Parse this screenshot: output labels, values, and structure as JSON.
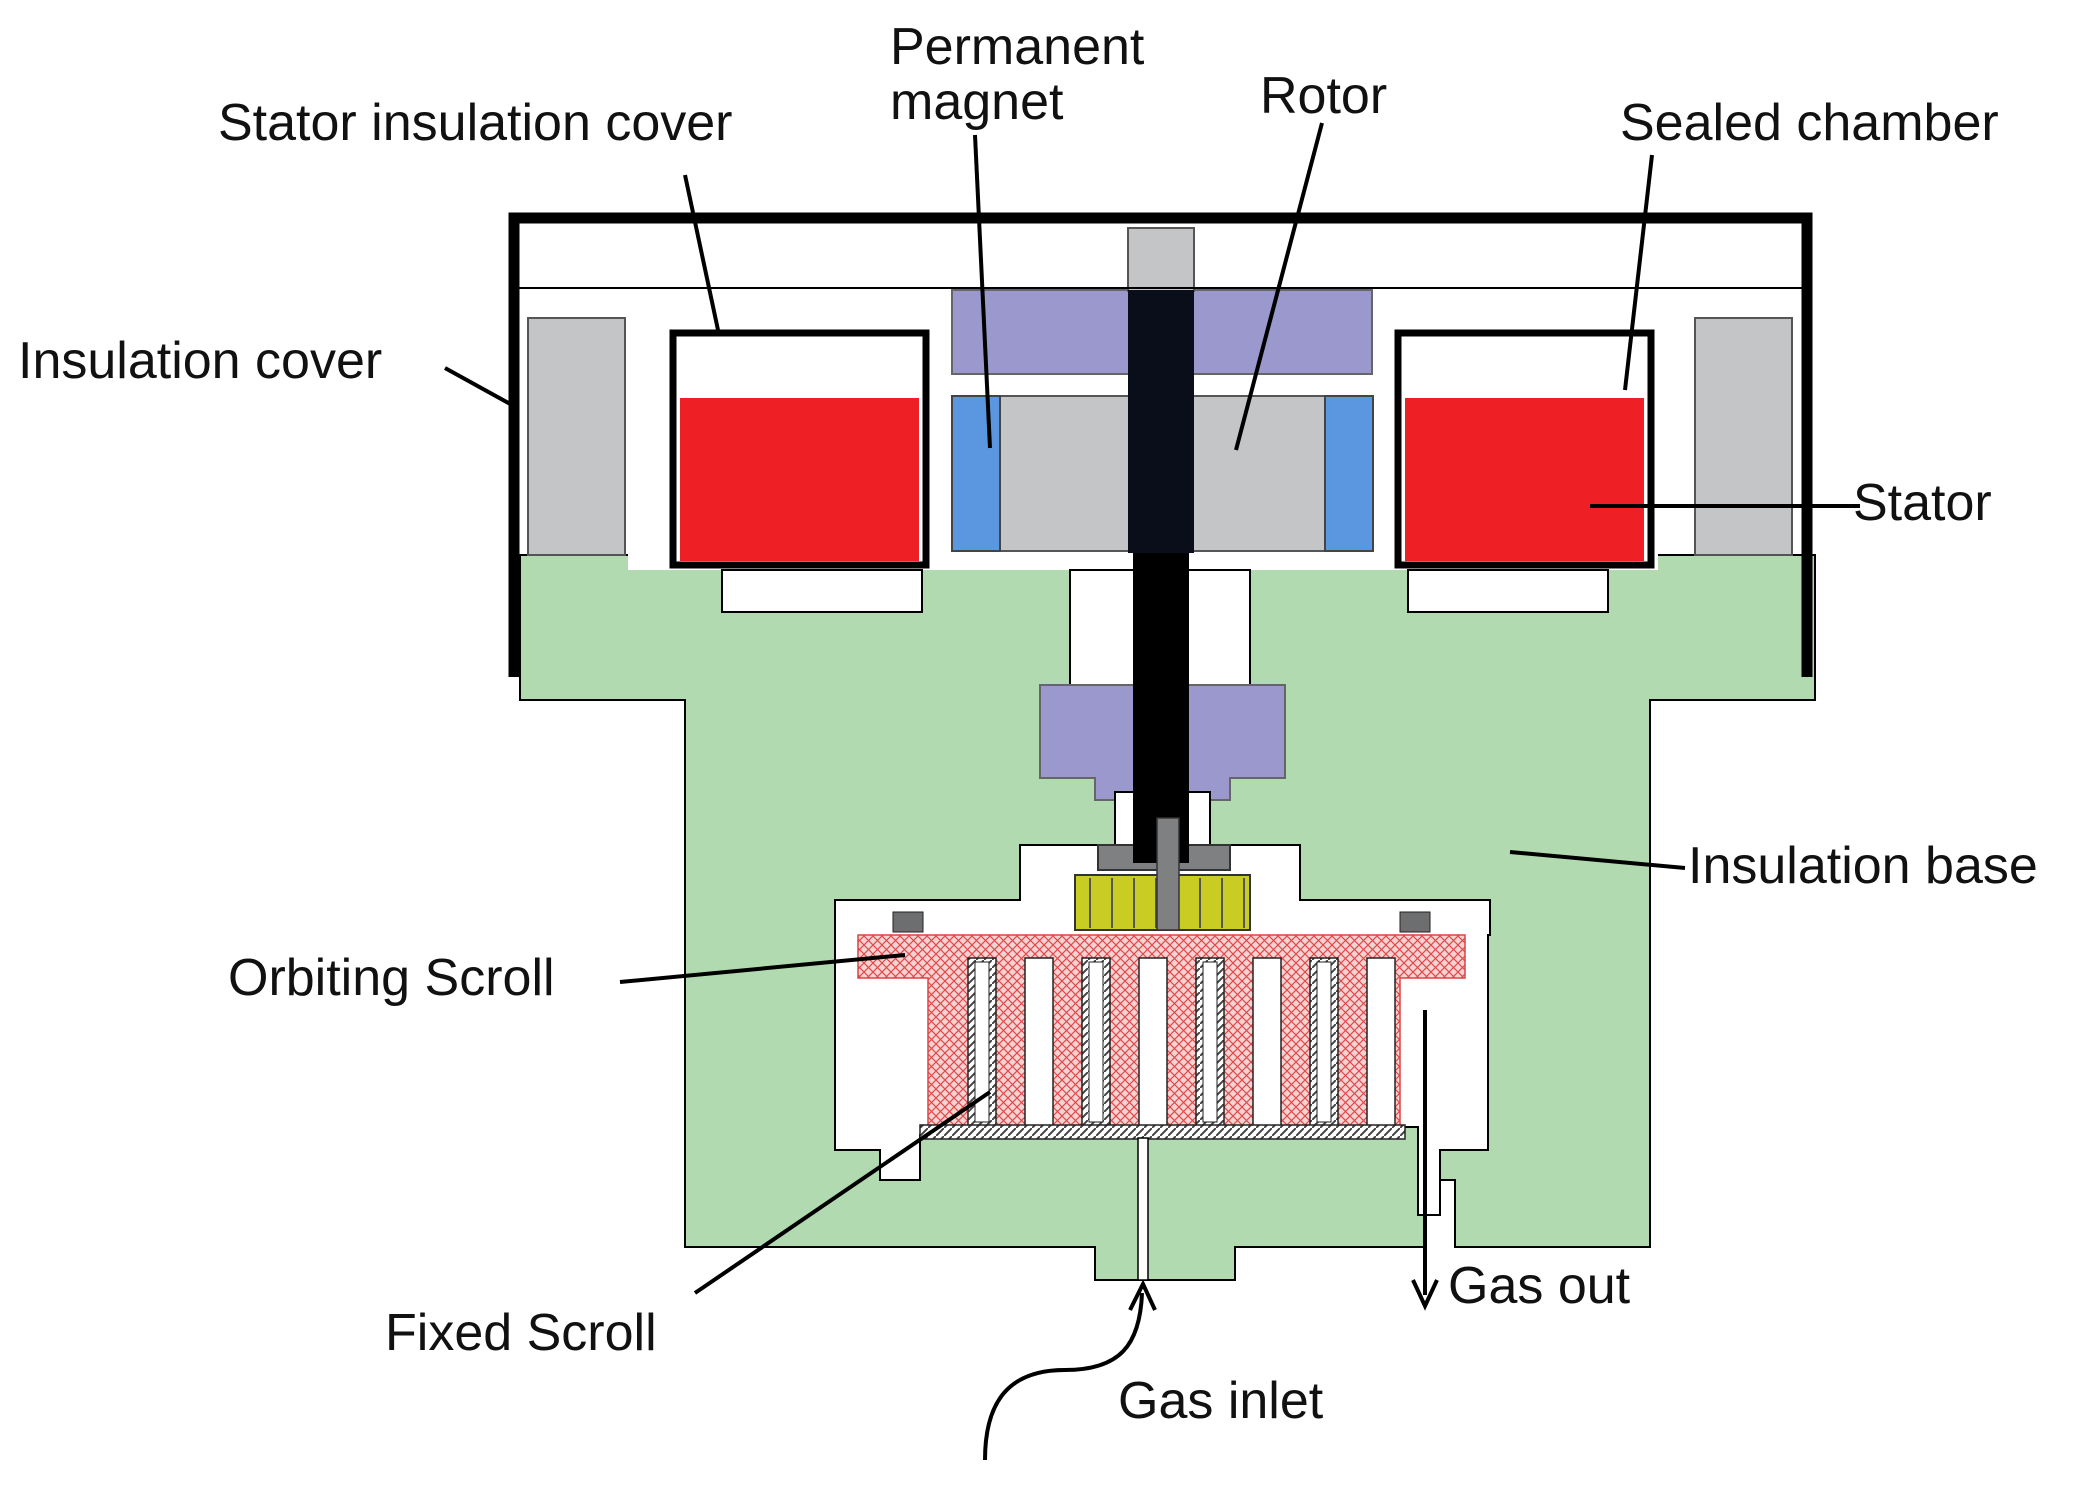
{
  "colors": {
    "housing": "#b1dab0",
    "stator": "#ee1f25",
    "steel": "#c4c5c7",
    "bearing": "#9b98ce",
    "magnet": "#5b97e0",
    "shaft": "#0a0d1a",
    "gear": "#c9cc23",
    "orbiting_scroll": "#f4c4c4",
    "frame": "#000000"
  },
  "labels": {
    "stator_insulation_cover": "Stator insulation cover",
    "permanent_magnet": "Permanent magnet",
    "rotor": "Rotor",
    "sealed_chamber": "Sealed chamber",
    "insulation_cover": "Insulation cover",
    "stator": "Stator",
    "insulation_base": "Insulation base",
    "orbiting_scroll": "Orbiting Scroll",
    "fixed_scroll": "Fixed Scroll",
    "gas_out": "Gas out",
    "gas_inlet": "Gas inlet"
  }
}
